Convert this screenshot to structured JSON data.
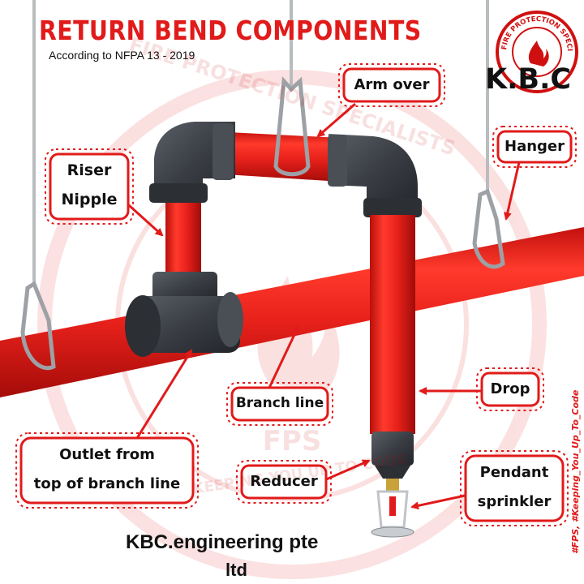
{
  "title": "RETURN BEND COMPONENTS",
  "subtitle": "According to NFPA 13 - 2019",
  "logo": {
    "brand": "K.B.C",
    "ring_text": "FIRE PROTECTION SPECIALISTS"
  },
  "watermark": {
    "ring_text": "FIRE PROTECTION SPECIALISTS",
    "center": "FPS",
    "motto": "KEEPING YOU UP TO CODE"
  },
  "labels": {
    "arm_over": "Arm over",
    "hanger": "Hanger",
    "riser_nipple_1": "Riser",
    "riser_nipple_2": "Nipple",
    "branch_line": "Branch line",
    "drop": "Drop",
    "outlet_1": "Outlet from",
    "outlet_2": "top of branch line",
    "reducer": "Reducer",
    "pendant_1": "Pendant",
    "pendant_2": "sprinkler"
  },
  "footer": {
    "line1": "KBC.engineering pte",
    "line2": "ltd"
  },
  "side_hashtags": "#FPS, #Keeping_You_Up_To_Code",
  "colors": {
    "pipe_red": "#e8211b",
    "fitting_gray": "#3a3e44",
    "label_red": "#e11a1a",
    "accent": "#d01010"
  }
}
